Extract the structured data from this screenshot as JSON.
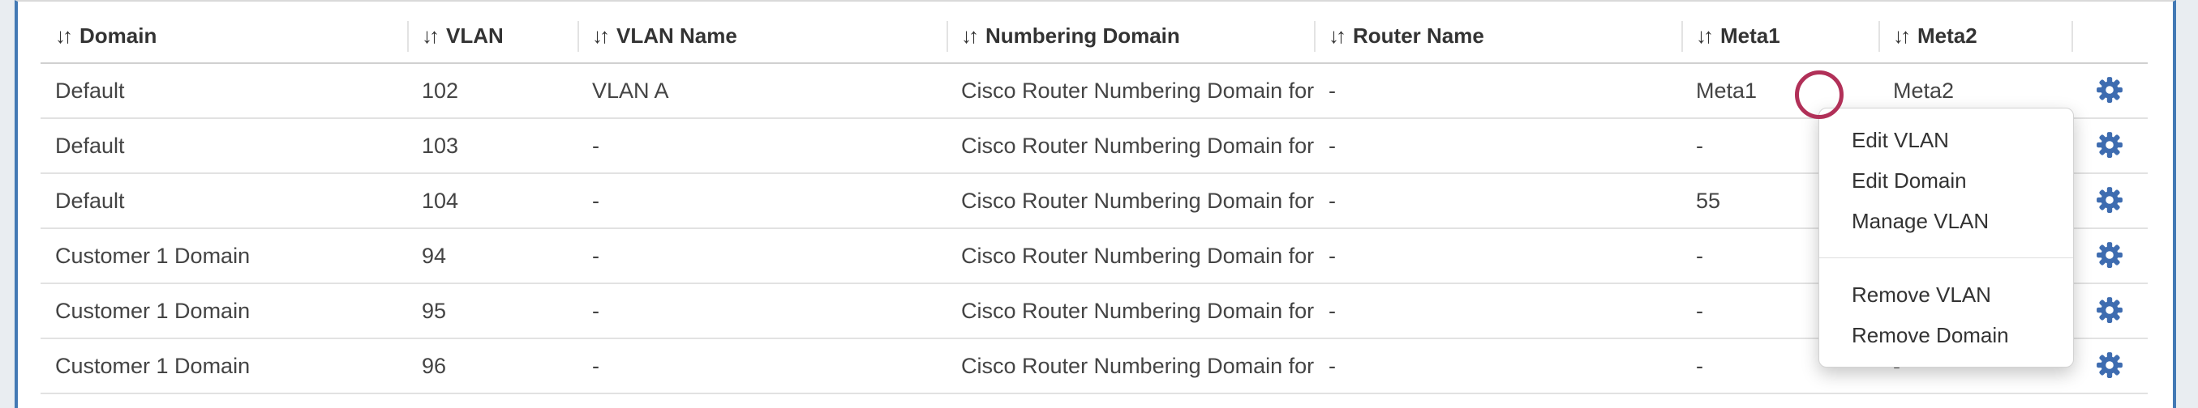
{
  "page": {
    "background_color": "#e9edf1",
    "panel_border_color": "#4379b4"
  },
  "icons": {
    "sort": "↓↑",
    "gear": "gear-cog",
    "gear_color": "#3e6cb0"
  },
  "annotation": {
    "shape": "circle",
    "color": "#b13058"
  },
  "table": {
    "columns": [
      {
        "label": "Domain",
        "sortable": true
      },
      {
        "label": "VLAN",
        "sortable": true
      },
      {
        "label": "VLAN Name",
        "sortable": true
      },
      {
        "label": "Numbering Domain",
        "sortable": true
      },
      {
        "label": "Router Name",
        "sortable": true
      },
      {
        "label": "Meta1",
        "sortable": true
      },
      {
        "label": "Meta2",
        "sortable": true
      },
      {
        "label": "",
        "sortable": false
      }
    ],
    "rows": [
      {
        "domain": "Default",
        "vlan": "102",
        "vlan_name": "VLAN A",
        "numbering_domain": "Cisco Router Numbering Domain for ...",
        "router_name": "-",
        "meta1": "Meta1",
        "meta2": "Meta2"
      },
      {
        "domain": "Default",
        "vlan": "103",
        "vlan_name": "-",
        "numbering_domain": "Cisco Router Numbering Domain for ...",
        "router_name": "-",
        "meta1": "-",
        "meta2": ""
      },
      {
        "domain": "Default",
        "vlan": "104",
        "vlan_name": "-",
        "numbering_domain": "Cisco Router Numbering Domain for ...",
        "router_name": "-",
        "meta1": "55",
        "meta2": ""
      },
      {
        "domain": "Customer 1 Domain",
        "vlan": "94",
        "vlan_name": "-",
        "numbering_domain": "Cisco Router Numbering Domain for ...",
        "router_name": "-",
        "meta1": "-",
        "meta2": ""
      },
      {
        "domain": "Customer 1 Domain",
        "vlan": "95",
        "vlan_name": "-",
        "numbering_domain": "Cisco Router Numbering Domain for ...",
        "router_name": "-",
        "meta1": "-",
        "meta2": ""
      },
      {
        "domain": "Customer 1 Domain",
        "vlan": "96",
        "vlan_name": "-",
        "numbering_domain": "Cisco Router Numbering Domain for ...",
        "router_name": "-",
        "meta1": "-",
        "meta2": "-"
      }
    ]
  },
  "context_menu": {
    "items_top": [
      "Edit VLAN",
      "Edit Domain",
      "Manage VLAN"
    ],
    "items_bottom": [
      "Remove VLAN",
      "Remove Domain"
    ]
  }
}
